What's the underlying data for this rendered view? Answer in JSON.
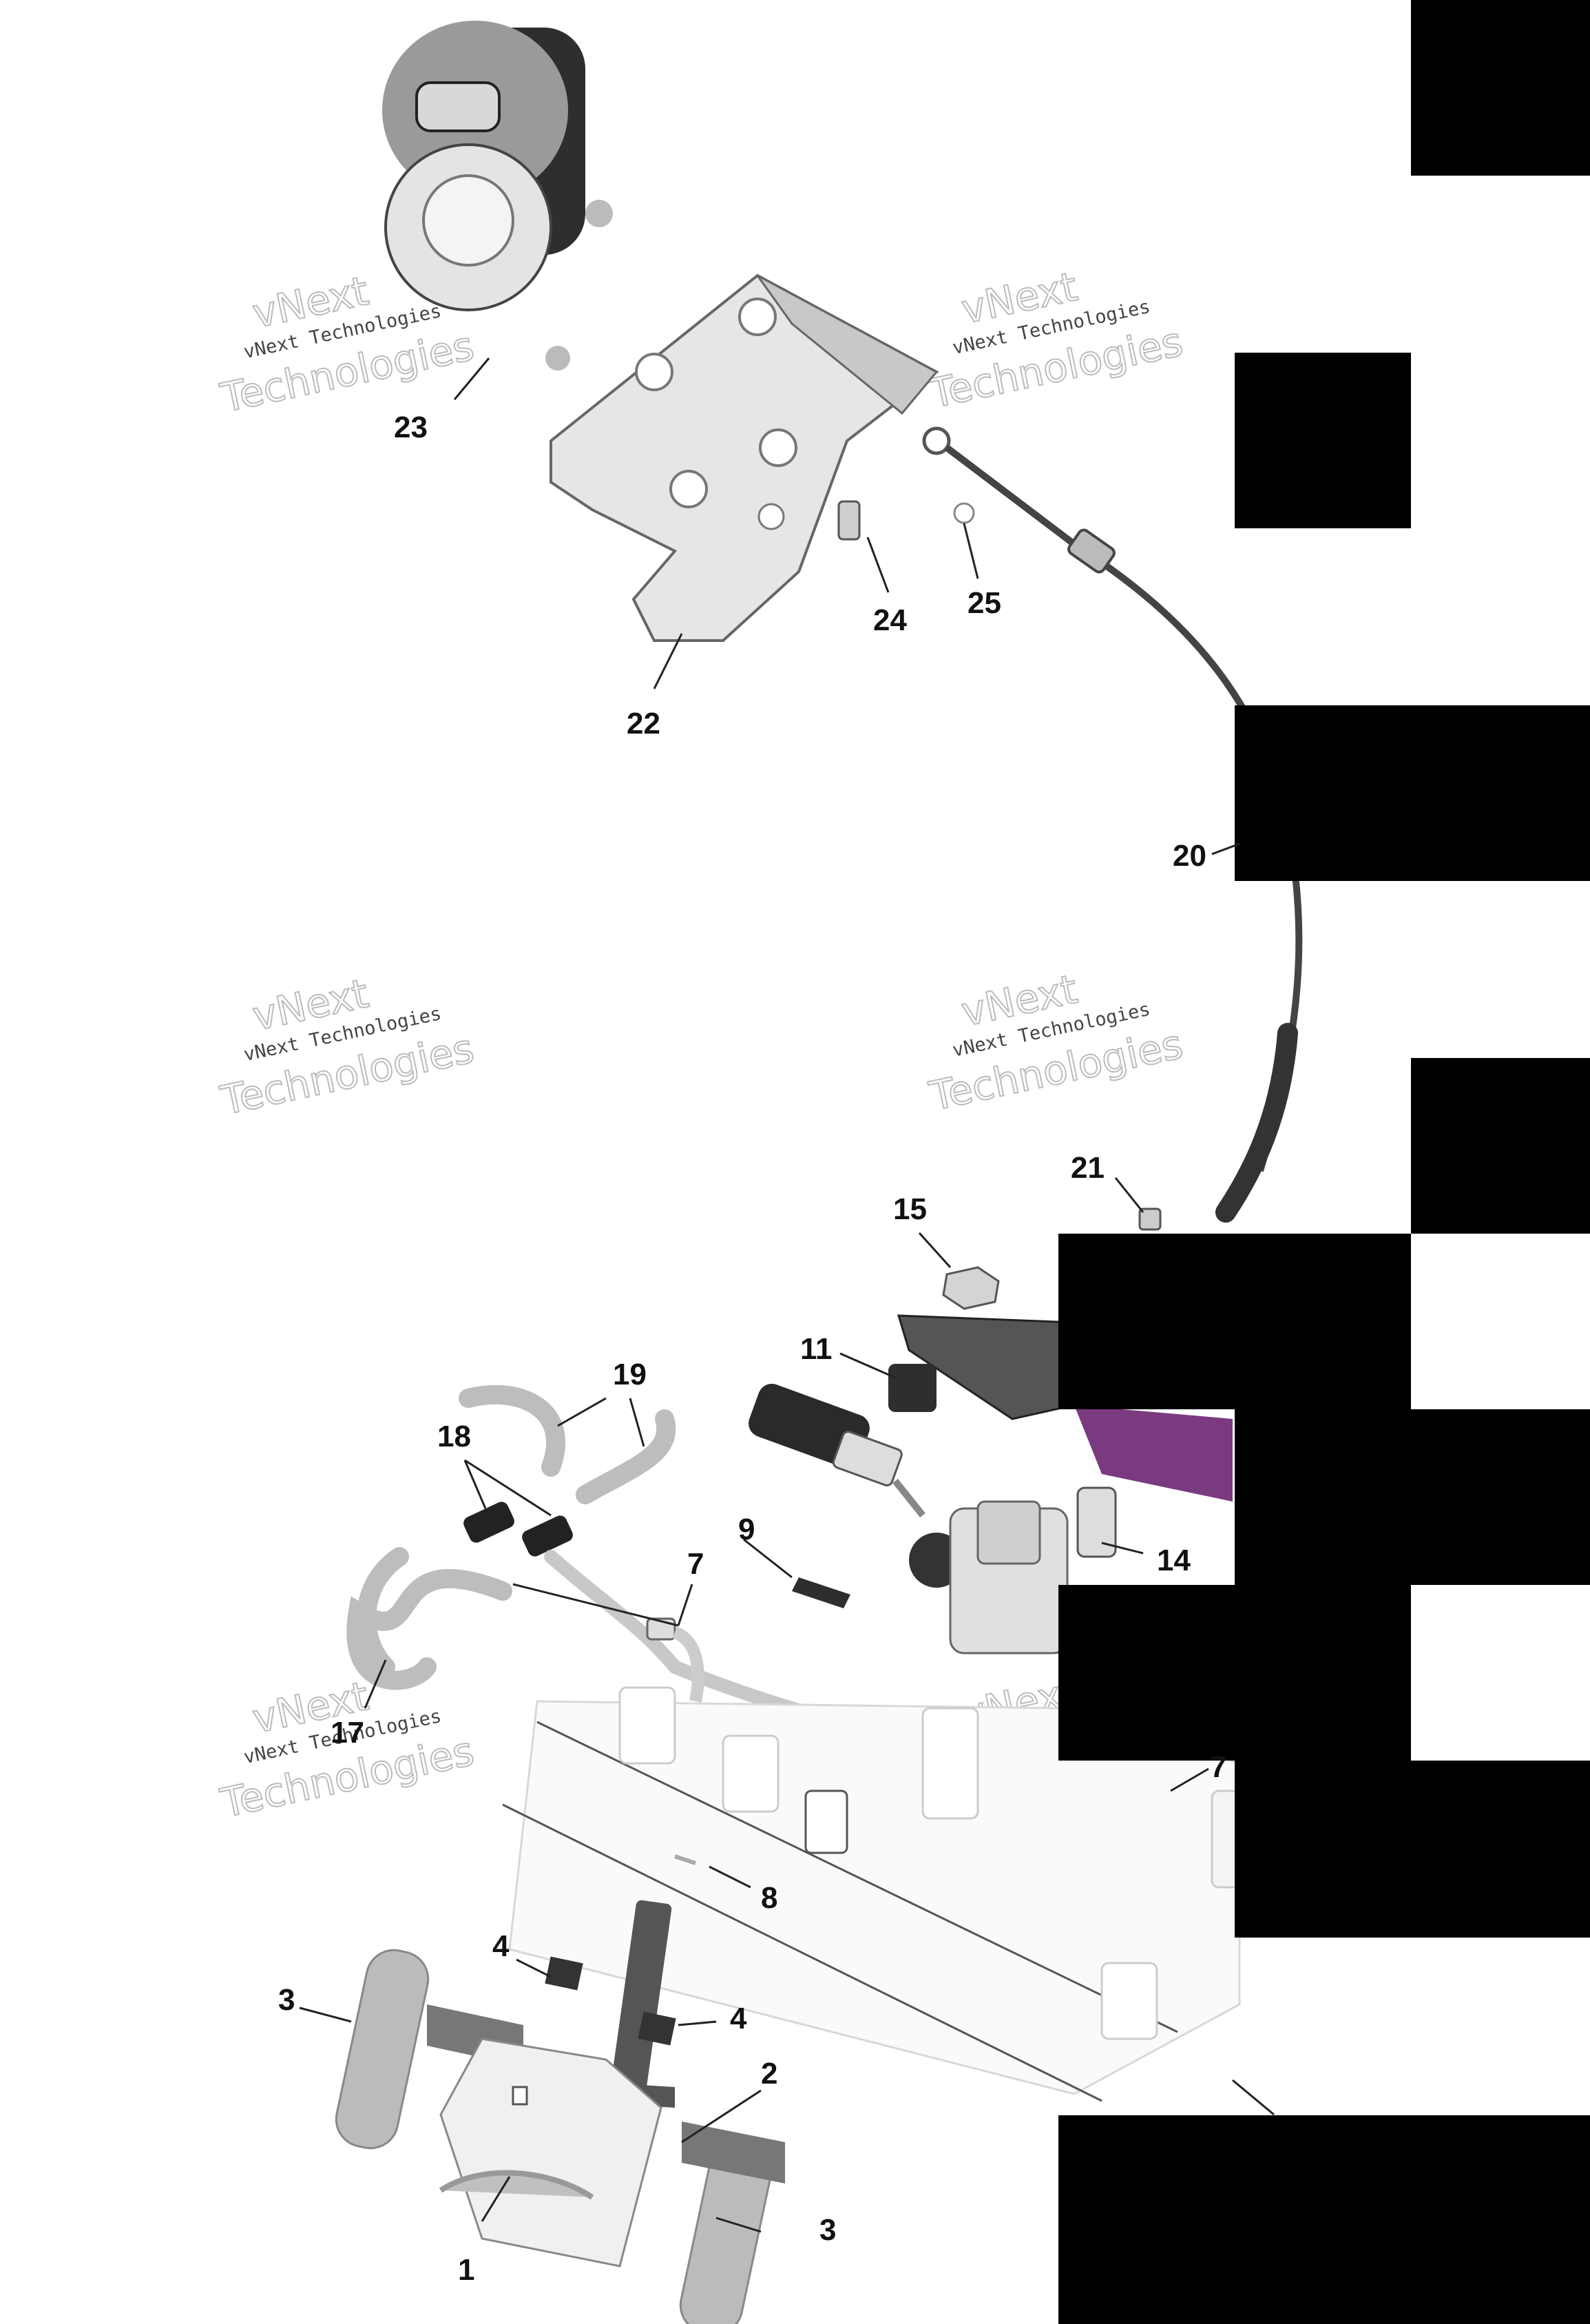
{
  "watermark": {
    "brand_line1": "vNext",
    "brand_line2": "Technologies",
    "small_text": "vNext Technologies"
  },
  "callouts": [
    {
      "id": "c1",
      "label": "1"
    },
    {
      "id": "c2",
      "label": "2"
    },
    {
      "id": "c3a",
      "label": "3"
    },
    {
      "id": "c3b",
      "label": "3"
    },
    {
      "id": "c4a",
      "label": "4"
    },
    {
      "id": "c4b",
      "label": "4"
    },
    {
      "id": "c7a",
      "label": "7"
    },
    {
      "id": "c7b",
      "label": "7"
    },
    {
      "id": "c8",
      "label": "8"
    },
    {
      "id": "c9",
      "label": "9"
    },
    {
      "id": "c11",
      "label": "11"
    },
    {
      "id": "c14",
      "label": "14"
    },
    {
      "id": "c15",
      "label": "15"
    },
    {
      "id": "c17",
      "label": "17"
    },
    {
      "id": "c18",
      "label": "18"
    },
    {
      "id": "c19",
      "label": "19"
    },
    {
      "id": "c20",
      "label": "20"
    },
    {
      "id": "c21",
      "label": "21"
    },
    {
      "id": "c22",
      "label": "22"
    },
    {
      "id": "c23",
      "label": "23"
    },
    {
      "id": "c24",
      "label": "24"
    },
    {
      "id": "c25",
      "label": "25"
    }
  ],
  "colors": {
    "background": "#ffffff",
    "part_gray": "#c8c8c8",
    "part_dark": "#3a3a3a",
    "accent_purple": "#7a3a80",
    "redaction": "#000000"
  }
}
